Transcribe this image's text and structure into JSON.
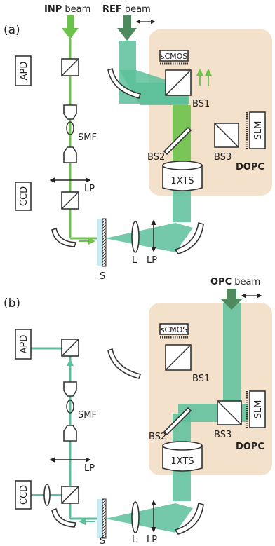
{
  "colors": {
    "bright_green": "#6cc24a",
    "teal_beam": "#5bbf9a",
    "dark_green": "#4e8a5e",
    "dopc_box": "#f3e1cc",
    "line": "#333333",
    "slide_blue": "#c8ecf4"
  },
  "panels": [
    {
      "letter": "(a)",
      "inp_beam_bold": "INP",
      "inp_beam_rest": " beam",
      "ref_beam_bold": "REF",
      "ref_beam_rest": " beam",
      "apd": "APD",
      "smf": "SMF",
      "lp_upper": "LP",
      "ccd": "CCD",
      "s": "S",
      "l": "L",
      "lp_lower": "LP",
      "scmos": "sCMOS",
      "bs1": "BS1",
      "bs2": "BS2",
      "bs3": "BS3",
      "slm": "SLM",
      "dopc": "DOPC",
      "xts": "1XTS"
    },
    {
      "letter": "(b)",
      "opc_beam_bold": "OPC",
      "opc_beam_rest": " beam",
      "apd": "APD",
      "smf": "SMF",
      "lp_upper": "LP",
      "ccd": "CCD",
      "s": "S",
      "l": "L",
      "lp_lower": "LP",
      "scmos": "sCMOS",
      "bs1": "BS1",
      "bs2": "BS2",
      "bs3": "BS3",
      "slm": "SLM",
      "dopc": "DOPC",
      "xts": "1XTS"
    }
  ]
}
